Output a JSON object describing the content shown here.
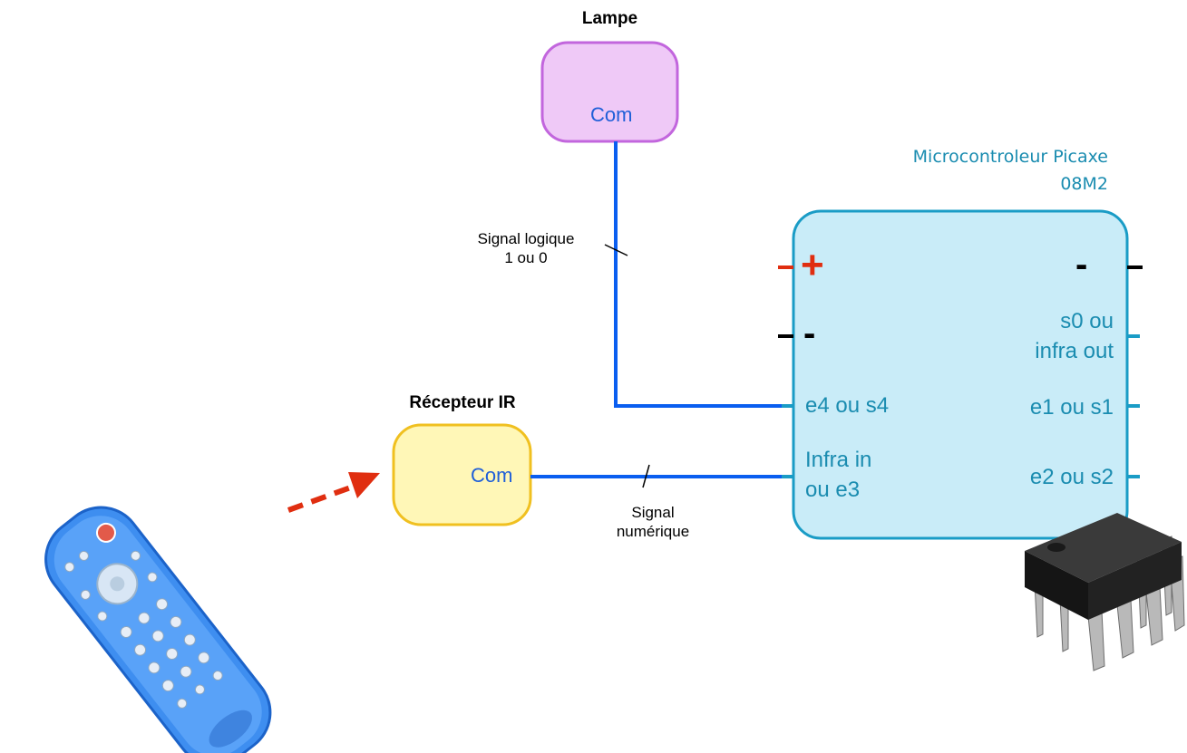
{
  "lamp": {
    "title": "Lampe",
    "port": "Com"
  },
  "receiver": {
    "title": "Récepteur IR",
    "port": "Com"
  },
  "signals": {
    "logic_line1": "Signal logique",
    "logic_line2": "1 ou 0",
    "digital_line1": "Signal",
    "digital_line2": "numérique"
  },
  "microcontroller": {
    "title_line1": "Microcontroleur Picaxe",
    "title_line2": "08M2",
    "pins_left": {
      "plus": "+",
      "minus": "-",
      "e4": "e4 ou s4",
      "infra_in_1": "Infra in",
      "infra_in_2": "ou e3"
    },
    "pins_right": {
      "minus": "-",
      "s0_1": "s0 ou",
      "s0_2": "infra out",
      "e1": "e1 ou s1",
      "e2": "e2 ou s2"
    }
  },
  "colors": {
    "wire": "#0a5ef0",
    "lamp_fill": "#efc9f7",
    "lamp_border": "#c266dd",
    "receiver_fill": "#fff7b7",
    "receiver_border": "#f0c020",
    "mc_fill": "#c9ecf8",
    "mc_border": "#1a9cc6",
    "plus": "#e02e10",
    "arrow": "#e02e10"
  }
}
